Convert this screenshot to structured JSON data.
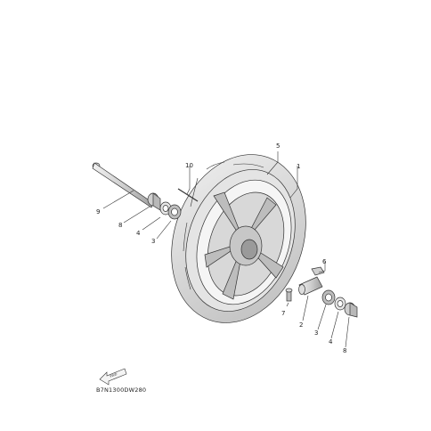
{
  "diagram": {
    "drawing_code": "B7N1300DW280",
    "direction_marker": "FWD",
    "callouts": {
      "c1": "1",
      "c2": "2",
      "c3_left": "3",
      "c3_right": "3",
      "c4_left": "4",
      "c4_right": "4",
      "c5": "5",
      "c6": "6",
      "c7": "7",
      "c8_left": "8",
      "c8_right": "8",
      "c9": "9",
      "c10": "10"
    }
  }
}
